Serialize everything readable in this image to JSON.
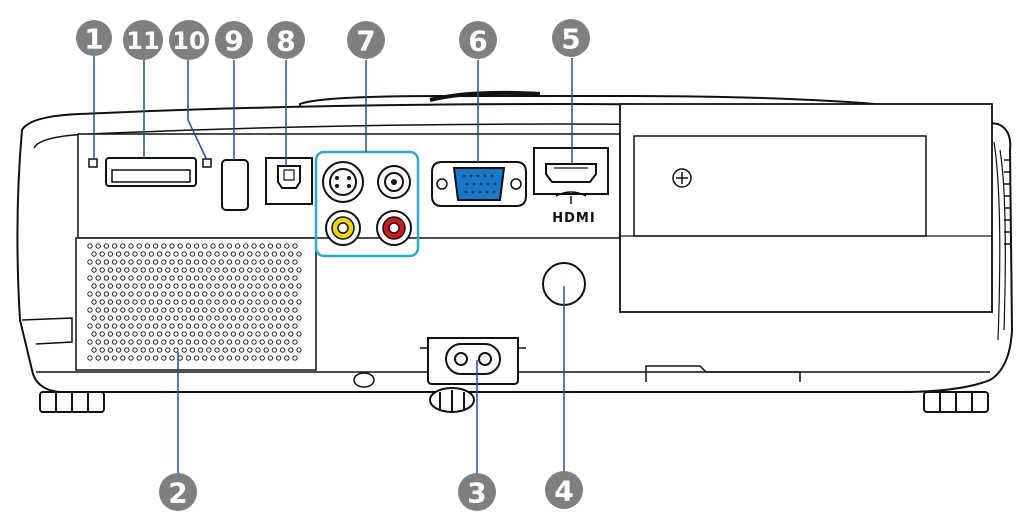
{
  "diagram": {
    "subject": "projector rear panel",
    "callouts": [
      {
        "id": "1",
        "label": "1"
      },
      {
        "id": "2",
        "label": "2"
      },
      {
        "id": "3",
        "label": "3"
      },
      {
        "id": "4",
        "label": "4"
      },
      {
        "id": "5",
        "label": "5"
      },
      {
        "id": "6",
        "label": "6"
      },
      {
        "id": "7",
        "label": "7"
      },
      {
        "id": "8",
        "label": "8"
      },
      {
        "id": "9",
        "label": "9"
      },
      {
        "id": "10",
        "label": "10"
      },
      {
        "id": "11",
        "label": "11"
      }
    ],
    "logo_text": "HDMI",
    "colors": {
      "callout_fill": "#7f7f7f",
      "leader_line": "#1d4fa8",
      "av_group_outline": "#2aa8d8",
      "vga_blue": "#1a79c6",
      "rca_yellow": "#f2d600",
      "rca_red": "#d41818",
      "body_outline": "#111111"
    }
  }
}
